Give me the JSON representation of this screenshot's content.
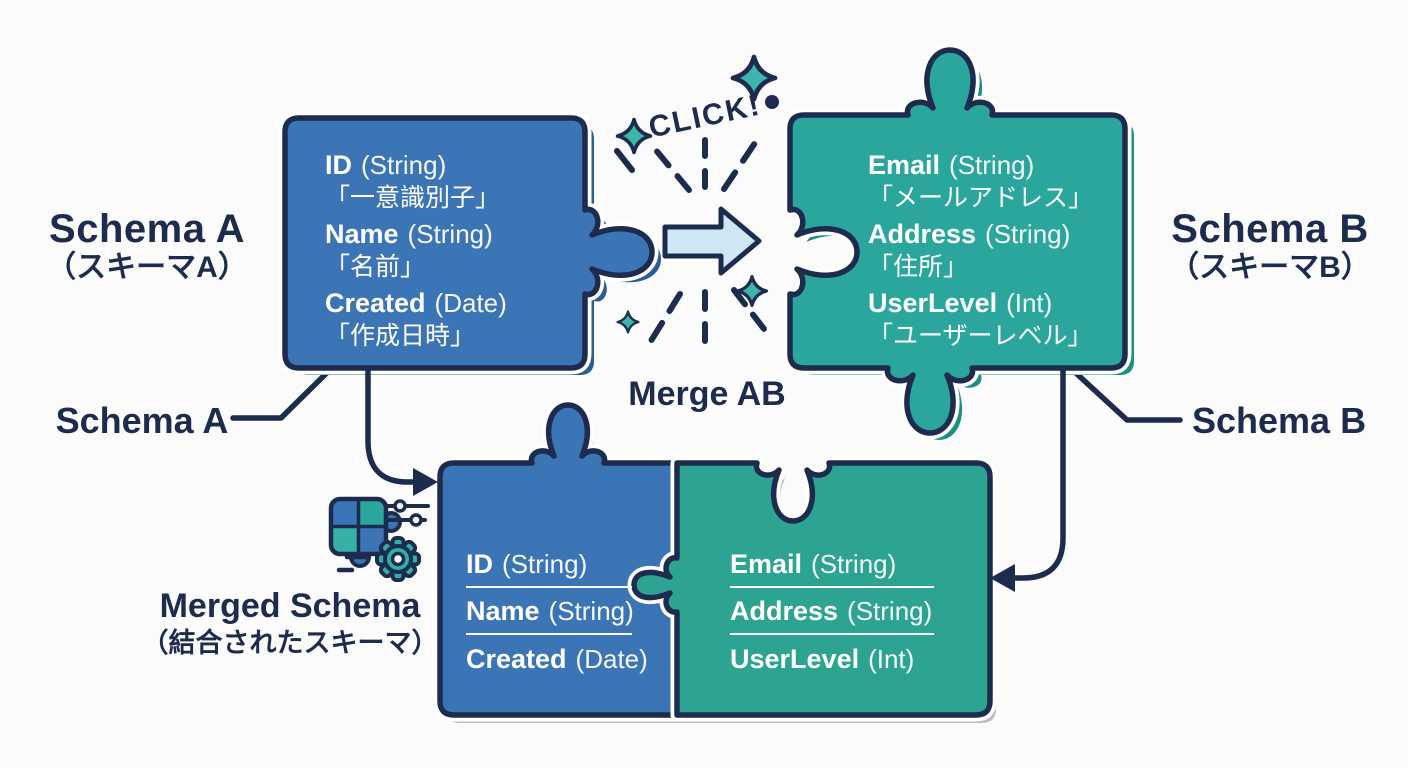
{
  "diagram": {
    "schema_a": {
      "title": "Schema A",
      "subtitle": "（スキーマA）",
      "callout": "Schema A",
      "fields": [
        {
          "name": "ID",
          "type": "(String)",
          "jp": "「一意識別子」"
        },
        {
          "name": "Name",
          "type": "(String)",
          "jp": "「名前」"
        },
        {
          "name": "Created",
          "type": "(Date)",
          "jp": "「作成日時」"
        }
      ]
    },
    "schema_b": {
      "title": "Schema B",
      "subtitle": "（スキーマB）",
      "callout": "Schema B",
      "fields": [
        {
          "name": "Email",
          "type": "(String)",
          "jp": "「メールアドレス」"
        },
        {
          "name": "Address",
          "type": "(String)",
          "jp": "「住所」"
        },
        {
          "name": "UserLevel",
          "type": "(Int)",
          "jp": "「ユーザーレベル」"
        }
      ]
    },
    "action": {
      "click_label": "CLICK!",
      "merge_label": "Merge AB"
    },
    "merged": {
      "title": "Merged Schema",
      "subtitle": "（結合されたスキーマ）",
      "left_fields": [
        {
          "name": "ID",
          "type": "(String)"
        },
        {
          "name": "Name",
          "type": "(String)"
        },
        {
          "name": "Created",
          "type": "(Date)"
        }
      ],
      "right_fields": [
        {
          "name": "Email",
          "type": "(String)"
        },
        {
          "name": "Address",
          "type": "(String)"
        },
        {
          "name": "UserLevel",
          "type": "(Int)"
        }
      ]
    },
    "icons": {
      "sparkle": "four-point-star",
      "click_dot": "dot",
      "merge_arrow": "right-arrow",
      "puzzle_grid": "puzzle-merge-grid",
      "sliders": "settings-sliders",
      "gear": "gear",
      "motion_dashes": "speed-dashes"
    },
    "colors": {
      "navy": "#1d2c4e",
      "blue": "#3c75b5",
      "blue_shadow": "#2a5c99",
      "teal": "#2ba69d",
      "teal_merged": "#2ca491",
      "teal_shadow": "#1b8e86",
      "arrow_fill": "#cfe6f5",
      "sparkle": "#3db5aa",
      "background": "#fbfbfc"
    }
  }
}
